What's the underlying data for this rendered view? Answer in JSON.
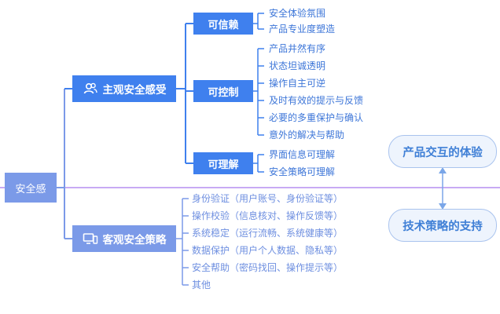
{
  "root": {
    "label": "安全感"
  },
  "subjective": {
    "label": "主观安全感受",
    "groups": [
      {
        "label": "可信赖",
        "items": [
          "安全体验氛围",
          "产品专业度塑造"
        ]
      },
      {
        "label": "可控制",
        "items": [
          "产品井然有序",
          "状态坦诚透明",
          "操作自主可逆",
          "及时有效的提示与反馈",
          "必要的多重保护与确认",
          "意外的解决与帮助"
        ]
      },
      {
        "label": "可理解",
        "items": [
          "界面信息可理解",
          "安全策略可理解"
        ]
      }
    ]
  },
  "objective": {
    "label": "客观安全策略",
    "items": [
      "身份验证（用户账号、身份验证等）",
      "操作校验（信息核对、操作反馈等）",
      "系统稳定（运行流畅、系统健康等）",
      "数据保护（用户个人数据、隐私等）",
      "安全帮助（密码找回、操作提示等）",
      "其他"
    ]
  },
  "side": {
    "top_label": "产品交互的体验",
    "bottom_label": "技术策略的支持"
  },
  "colors": {
    "primary": "#3f80ee",
    "secondary": "#7b9ae8",
    "divider": "#b58ef0",
    "pill_border": "#a9c3ee"
  }
}
